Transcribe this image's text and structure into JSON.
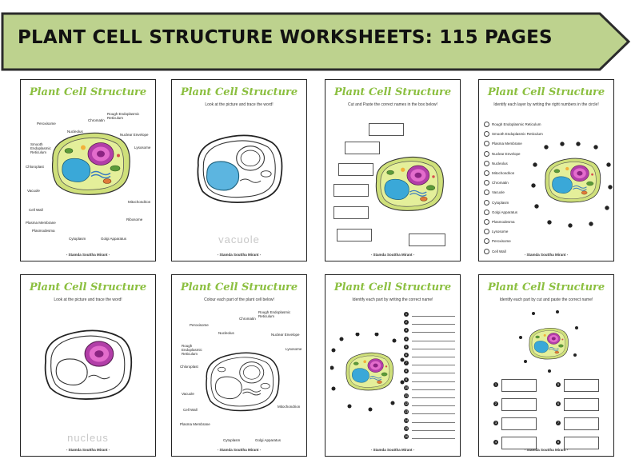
{
  "banner": {
    "title": "PLANT CELL STRUCTURE WORKSHEETS: 115 PAGES",
    "bg": "#bdd28e",
    "border": "#2b2b2b"
  },
  "sheets": [
    {
      "title": "Plant Cell Structure",
      "subtitle": "",
      "footer": "- Stamda Souttha Mirant -",
      "labels": [
        "Peroxisome",
        "Nucleolus",
        "Chromatin",
        "Rough Endoplasmic Reticulum",
        "Nuclear Envelope",
        "Smooth Endoplasmic Reticulum",
        "Lysosome",
        "Chloroplast",
        "Vacuole",
        "Cell Wall",
        "Plasma Membrane",
        "Plasmodesma",
        "Cytoplasm",
        "Golgi Apparatus",
        "Ribosome",
        "Mitochondrion"
      ]
    },
    {
      "title": "Plant Cell Structure",
      "subtitle": "Look at the picture and trace the word!",
      "footer": "- Stamda Souttha Mirant -",
      "trace": "vacuole"
    },
    {
      "title": "Plant Cell Structure",
      "subtitle": "Cut and Paste the correct names in the box below!",
      "footer": "- Stamda Souttha Mirant -"
    },
    {
      "title": "Plant Cell Structure",
      "subtitle": "Identify each layer by writing the right numbers in the circle!",
      "footer": "- Stamda Souttha Mirant -",
      "list": [
        "Rough Endoplasmic Reticulum",
        "Smooth Endoplasmic Reticulum",
        "Plasma Membrane",
        "Nuclear Envelope",
        "Nucleolus",
        "Mitochondrion",
        "Chromatin",
        "Vacuole",
        "Cytoplasm",
        "Golgi Apparatus",
        "Plasmodesma",
        "Lysosome",
        "Peroxisome",
        "Cell Wall"
      ]
    },
    {
      "title": "Plant Cell Structure",
      "subtitle": "Look at the picture and trace the word!",
      "footer": "- Stamda Souttha Mirant -",
      "trace": "nucleus"
    },
    {
      "title": "Plant Cell Structure",
      "subtitle": "Colour each part of the plant cell below!",
      "footer": "- Stamda Souttha Mirant -",
      "labels": [
        "Peroxisome",
        "Nucleolus",
        "Chromatin",
        "Rough Endoplasmic Reticulum",
        "Nuclear Envelope",
        "Rough Endoplasmic Reticulum",
        "Lysosome",
        "Chloroplast",
        "Vacuole",
        "Cell Wall",
        "Plasma Membrane",
        "Cytoplasm",
        "Golgi Apparatus",
        "Mitochondrion"
      ]
    },
    {
      "title": "Plant Cell Structure",
      "subtitle": "Identify each part by writing the correct name!",
      "footer": "- Stamda Souttha Mirant -",
      "numbers": [
        "1",
        "2",
        "3",
        "4",
        "5",
        "6",
        "7",
        "8",
        "9",
        "10",
        "11",
        "12",
        "13",
        "14",
        "15",
        "16"
      ]
    },
    {
      "title": "Plant Cell Structure",
      "subtitle": "Identify each part by cut and paste the correct name!",
      "footer": "- Stamda Souttha Mirant -",
      "numbers": [
        "1",
        "2",
        "3",
        "4",
        "5",
        "6",
        "7",
        "8"
      ]
    }
  ]
}
